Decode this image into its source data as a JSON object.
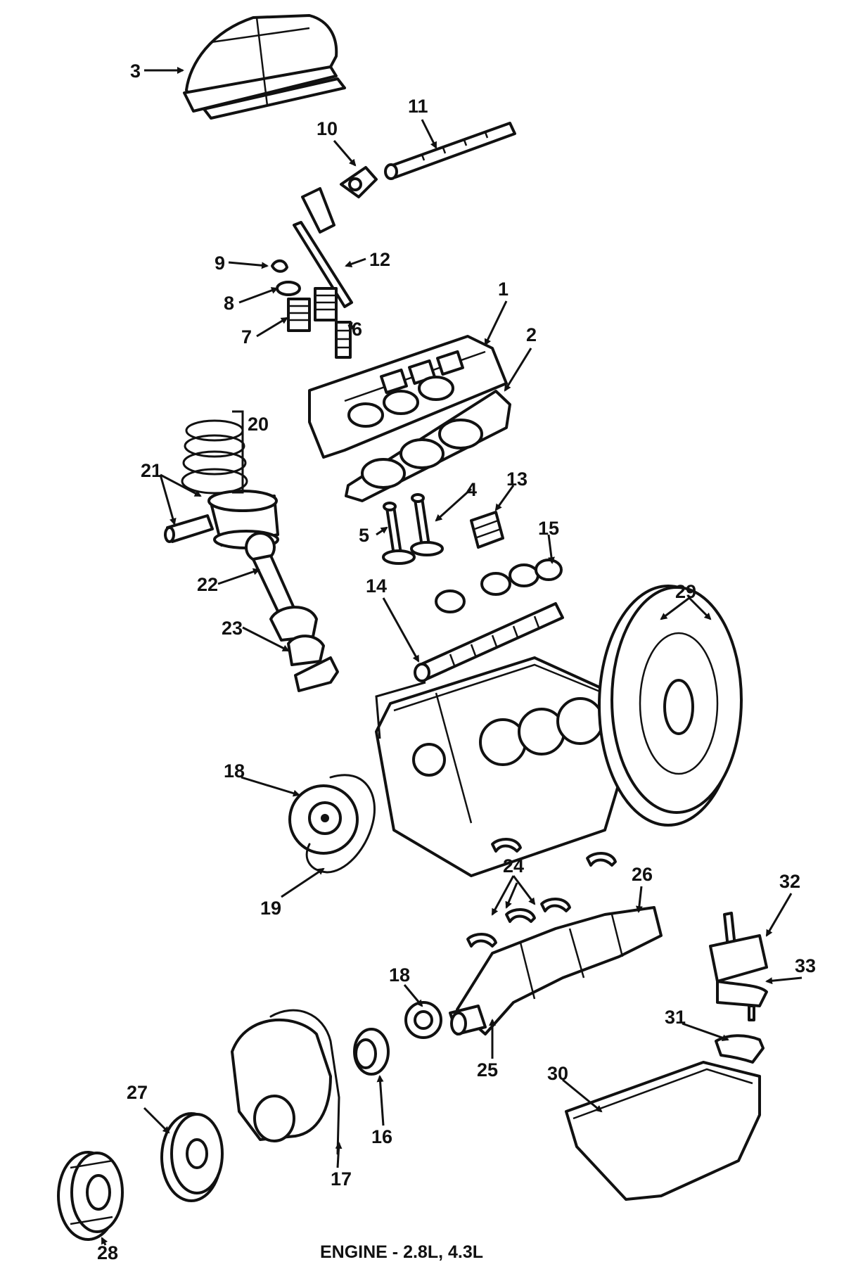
{
  "caption": "ENGINE - 2.8L, 4.3L",
  "callouts": {
    "c1": "1",
    "c2": "2",
    "c3": "3",
    "c4": "4",
    "c5": "5",
    "c6": "6",
    "c7": "7",
    "c8": "8",
    "c9": "9",
    "c10": "10",
    "c11": "11",
    "c12": "12",
    "c13": "13",
    "c14": "14",
    "c15": "15",
    "c16": "16",
    "c17": "17",
    "c18a": "18",
    "c18b": "18",
    "c19": "19",
    "c20": "20",
    "c21": "21",
    "c22": "22",
    "c23": "23",
    "c24": "24",
    "c25": "25",
    "c26": "26",
    "c27": "27",
    "c28": "28",
    "c29": "29",
    "c30": "30",
    "c31": "31",
    "c32": "32",
    "c33": "33"
  }
}
